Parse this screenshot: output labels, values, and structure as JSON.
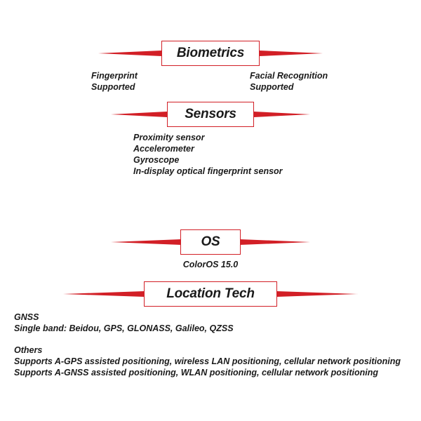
{
  "accent_color": "#d21f26",
  "biometrics": {
    "title": "Biometrics",
    "fingerprint": {
      "label": "Fingerprint",
      "value": "Supported"
    },
    "face": {
      "label": "Facial Recognition",
      "value": "Supported"
    }
  },
  "sensors": {
    "title": "Sensors",
    "items": [
      "Proximity sensor",
      "Accelerometer",
      "Gyroscope",
      "In-display optical fingerprint sensor"
    ]
  },
  "os": {
    "title": "OS",
    "value": "ColorOS 15.0"
  },
  "location": {
    "title": "Location Tech",
    "gnss_label": "GNSS",
    "gnss_value": "Single band: Beidou, GPS, GLONASS, Galileo, QZSS",
    "others_label": "Others",
    "others": [
      "Supports A-GPS assisted positioning, wireless LAN positioning, cellular network positioning",
      "Supports A-GNSS assisted positioning, WLAN positioning, cellular network positioning"
    ]
  }
}
